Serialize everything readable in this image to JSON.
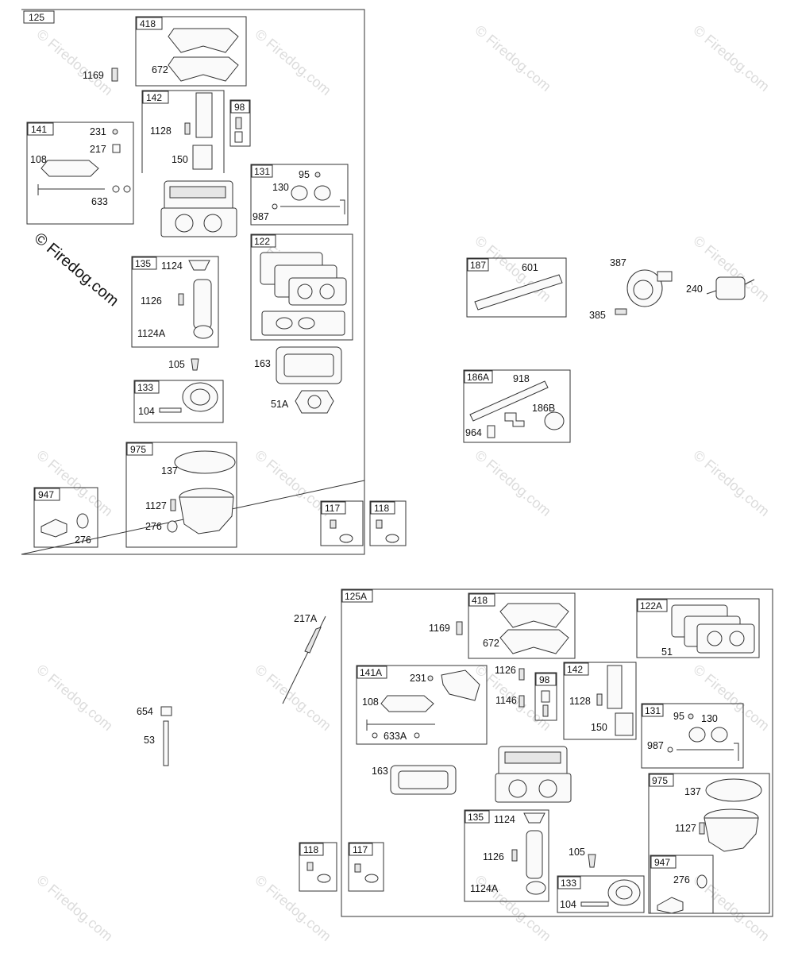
{
  "copyright": "© Firedog.com",
  "watermark": "© Firedog.com",
  "group_tags": {
    "g125": "125",
    "g418": "418",
    "g142": "142",
    "g98": "98",
    "g141": "141",
    "g131": "131",
    "g122": "122",
    "g135": "135",
    "g133": "133",
    "g975": "975",
    "g947": "947",
    "g117": "117",
    "g118": "118",
    "g187": "187",
    "g186A": "186A",
    "g125A": "125A",
    "g418b": "418",
    "g122A": "122A",
    "g141A": "141A",
    "g98b": "98",
    "g142b": "142",
    "g131b": "131",
    "g975b": "975",
    "g947b": "947",
    "g135b": "135",
    "g133b": "133",
    "g118b": "118",
    "g117b": "117"
  },
  "part_labels": {
    "p1169": "1169",
    "p672": "672",
    "p1128": "1128",
    "p150": "150",
    "p231": "231",
    "p217": "217",
    "p108": "108",
    "p633": "633",
    "p95": "95",
    "p130": "130",
    "p987": "987",
    "p1124": "1124",
    "p1126": "1126",
    "p1124A": "1124A",
    "p105": "105",
    "p163": "163",
    "p104": "104",
    "p51A": "51A",
    "p137": "137",
    "p1127": "1127",
    "p276": "276",
    "p276b": "276",
    "p601": "601",
    "p387": "387",
    "p240": "240",
    "p385": "385",
    "p918": "918",
    "p186B": "186B",
    "p964": "964",
    "p217A": "217A",
    "p654": "654",
    "p53": "53",
    "q1169": "1169",
    "q672": "672",
    "q51": "51",
    "q231": "231",
    "q108": "108",
    "q633A": "633A",
    "q1126": "1126",
    "q1146": "1146",
    "q1128": "1128",
    "q150": "150",
    "q95": "95",
    "q130": "130",
    "q987": "987",
    "q163": "163",
    "q137": "137",
    "q1127": "1127",
    "q1124": "1124",
    "q1126b": "1126",
    "q1124A": "1124A",
    "q105": "105",
    "q104": "104",
    "q276": "276"
  }
}
